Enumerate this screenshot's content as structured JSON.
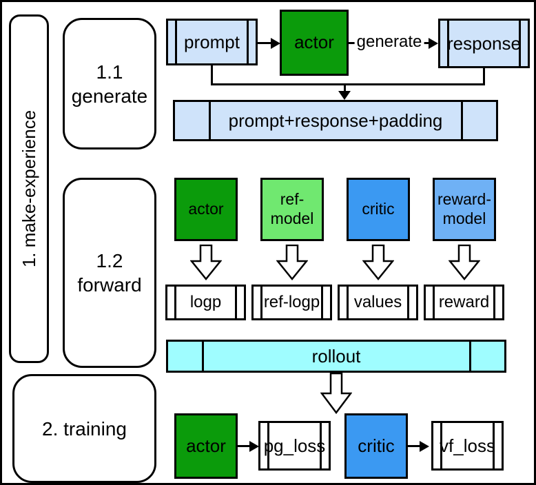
{
  "colors": {
    "actor_green": "#0b9b0b",
    "ref_model_green": "#70e870",
    "critic_blue": "#3b99f2",
    "reward_model_blue": "#6fb1f5",
    "token_light_blue": "#cfe3fa",
    "rollout_cyan": "#9ffdff",
    "outline_black": "#000000"
  },
  "stages": {
    "make_experience": "1. make-experience",
    "generate": {
      "num": "1.1",
      "name": "generate"
    },
    "forward": {
      "num": "1.2",
      "name": "forward"
    },
    "training": "2. training"
  },
  "generate_flow": {
    "prompt": "prompt",
    "actor": "actor",
    "arrow_label": "generate",
    "response": "response",
    "concat_bar": "prompt+response+padding"
  },
  "forward_flow": {
    "models": [
      {
        "line1": "actor",
        "line2": "",
        "color": "#0b9b0b"
      },
      {
        "line1": "ref-",
        "line2": "model",
        "color": "#70e870"
      },
      {
        "line1": "critic",
        "line2": "",
        "color": "#3b99f2"
      },
      {
        "line1": "reward-",
        "line2": "model",
        "color": "#6fb1f5"
      }
    ],
    "outputs": [
      "logp",
      "ref-logp",
      "values",
      "reward"
    ],
    "rollout_bar": "rollout"
  },
  "training_flow": {
    "actor": "actor",
    "actor_loss": "pg_loss",
    "critic": "critic",
    "critic_loss": "vf_loss"
  }
}
